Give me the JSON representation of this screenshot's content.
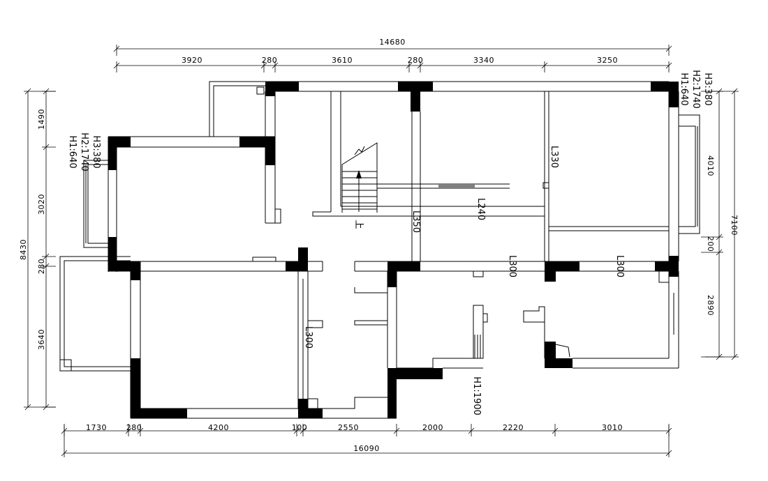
{
  "dimensions": {
    "top_total": "14680",
    "top": [
      "3920",
      "280",
      "3610",
      "280",
      "3340",
      "3250"
    ],
    "bottom": [
      "1730",
      "280",
      "4200",
      "100",
      "2550",
      "2000",
      "2220",
      "3010"
    ],
    "bottom_total": "16090",
    "left_total": "8430",
    "left": [
      "1490",
      "3020",
      "280",
      "3640"
    ],
    "right_total": "7100",
    "right": [
      "4010",
      "200",
      "2890"
    ]
  },
  "annotations": {
    "window_left": [
      "H3:380",
      "H2:1740",
      "H1:640"
    ],
    "window_right": [
      "H3:380",
      "H2:1740",
      "H1:640"
    ],
    "window_bottom": "H1:1900",
    "beams": [
      "L330",
      "L350",
      "L240",
      "L300",
      "L300",
      "L300"
    ],
    "stair": "上"
  }
}
